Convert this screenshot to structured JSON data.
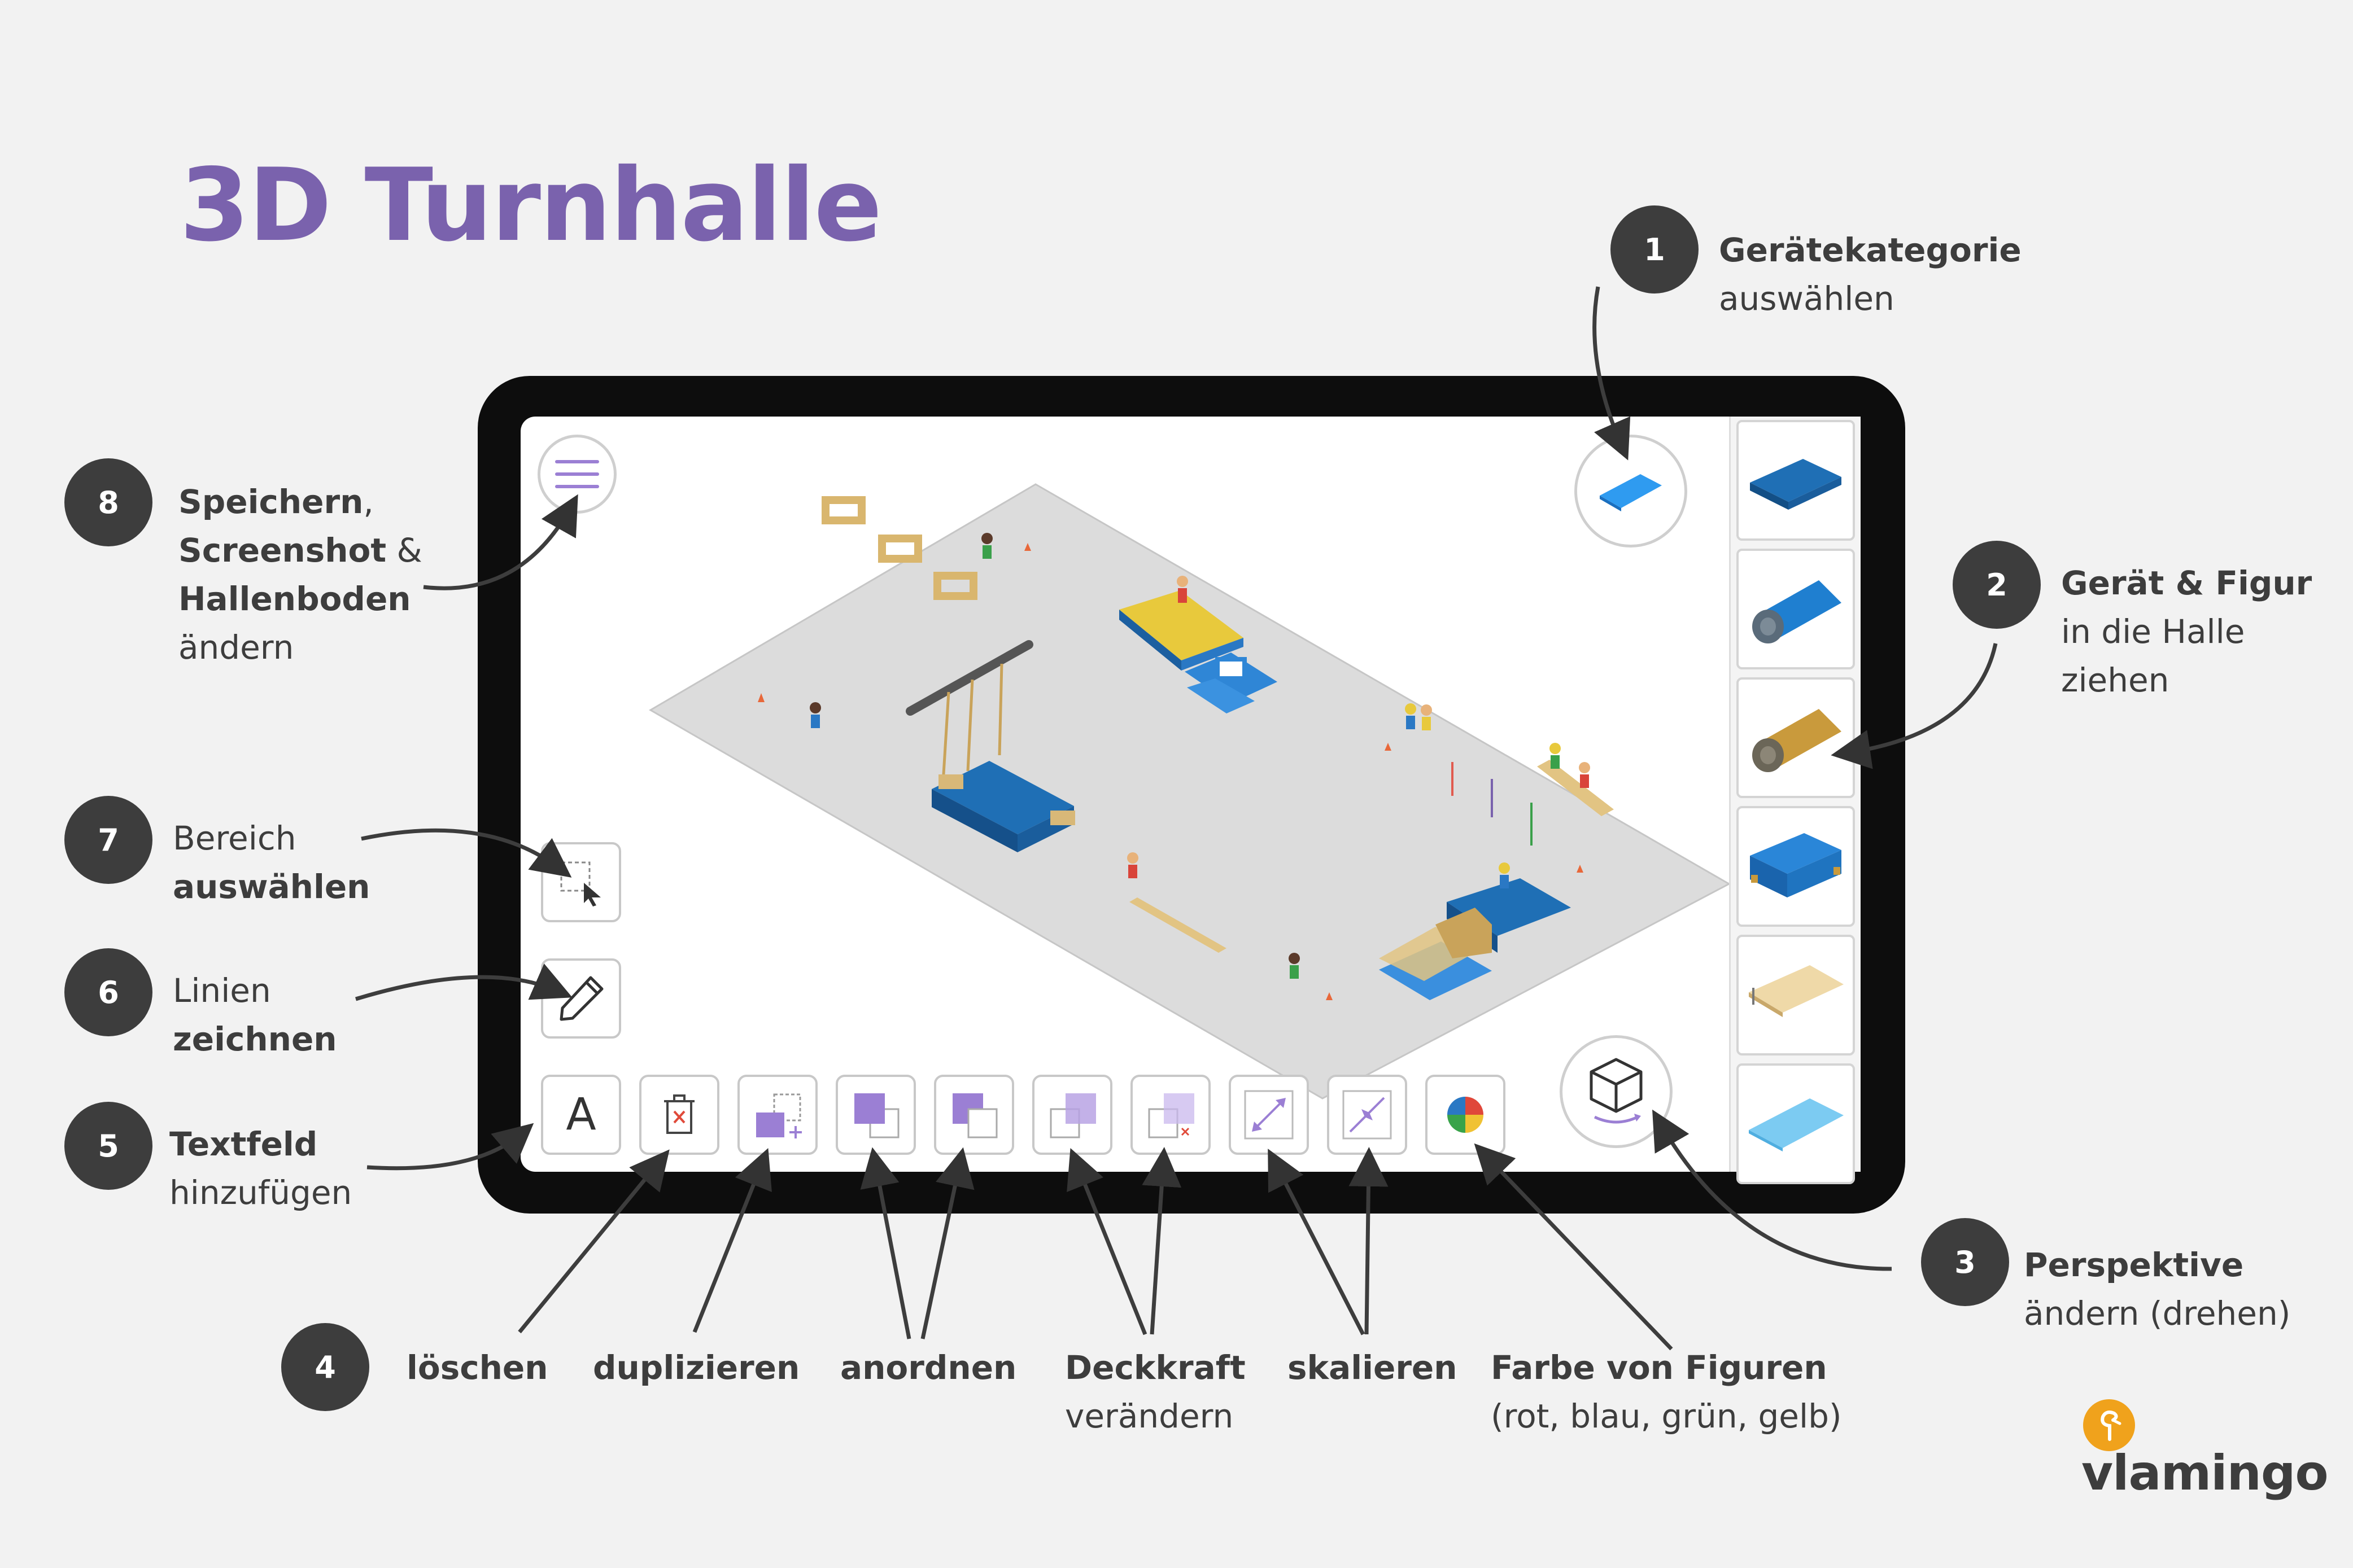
{
  "title": "3D Turnhalle",
  "annotations": {
    "a1": {
      "number": "1",
      "bold": "Gerätekategorie",
      "text": "auswählen"
    },
    "a2": {
      "number": "2",
      "bold": "Gerät & Figur",
      "line2": "in die Halle",
      "line3": "ziehen"
    },
    "a3": {
      "number": "3",
      "bold": "Perspektive",
      "text": "ändern (drehen)"
    },
    "a4": {
      "number": "4"
    },
    "a5": {
      "number": "5",
      "bold": "Textfeld",
      "text": "hinzufügen"
    },
    "a6": {
      "number": "6",
      "text": "Linien",
      "bold": "zeichnen"
    },
    "a7": {
      "number": "7",
      "text": "Bereich",
      "bold": "auswählen"
    },
    "a8": {
      "number": "8",
      "bold1": "Speichern",
      "comma": ",",
      "bold2": "Screenshot",
      "amp": " &",
      "bold3": "Hallenboden",
      "text": "ändern"
    }
  },
  "bottom_labels": {
    "loeschen": "löschen",
    "duplizieren": "duplizieren",
    "anordnen": "anordnen",
    "deckkraft": "Deckkraft",
    "deckkraft_sub": "verändern",
    "skalieren": "skalieren",
    "farbe": "Farbe von Figuren",
    "farbe_sub": "(rot, blau, grün, gelb)"
  },
  "toolbar": {
    "text_tool_label": "A",
    "tools": [
      "text-tool",
      "delete-tool",
      "duplicate-tool",
      "bring-front-tool",
      "send-back-tool",
      "opacity-more-tool",
      "opacity-less-tool",
      "scale-up-tool",
      "scale-down-tool",
      "color-tool"
    ]
  },
  "sidebar": {
    "items": [
      "blue-mat",
      "blue-roll",
      "wooden-roll",
      "blue-box",
      "bench",
      "light-blue-mat"
    ]
  },
  "logo": {
    "word": "vlamingo"
  },
  "colors": {
    "accent": "#7a62ad",
    "badge": "#3d3d3d",
    "tablet": "#0d0d0d",
    "blue": "#1e6fb8",
    "light_blue": "#6ec6ee"
  }
}
